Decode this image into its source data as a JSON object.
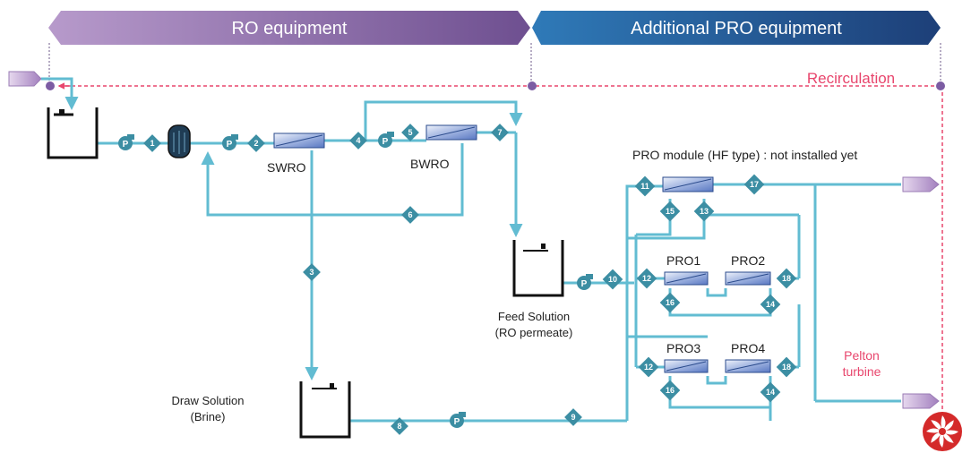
{
  "banners": {
    "ro": "RO equipment",
    "pro": "Additional PRO equipment"
  },
  "recirculation": "Recirculation",
  "labels": {
    "swro": "SWRO",
    "bwro": "BWRO",
    "pro_module": "PRO module (HF type) : not installed yet",
    "pro1": "PRO1",
    "pro2": "PRO2",
    "pro3": "PRO3",
    "pro4": "PRO4",
    "feed_solution": "Feed Solution",
    "feed_solution_sub": "(RO permeate)",
    "draw_solution": "Draw Solution",
    "draw_solution_sub": "(Brine)",
    "pelton": "Pelton",
    "turbine": "turbine"
  },
  "pump_label": "P",
  "node_numbers": {
    "n1": "1",
    "n2": "2",
    "n3": "3",
    "n4": "4",
    "n5": "5",
    "n6": "6",
    "n7": "7",
    "n8": "8",
    "n9": "9",
    "n10": "10",
    "n11": "11",
    "n12a": "12",
    "n12b": "12",
    "n13": "13",
    "n14a": "14",
    "n14b": "14",
    "n15": "15",
    "n16a": "16",
    "n16b": "16",
    "n17": "17",
    "n18a": "18",
    "n18b": "18"
  },
  "colors": {
    "pipe": "#62bcd2",
    "node": "#3c8ea3",
    "ro_banner": "#8a67a8",
    "pro_banner": "#23558f",
    "recirculation": "#e8466d",
    "tank": "#111111"
  }
}
